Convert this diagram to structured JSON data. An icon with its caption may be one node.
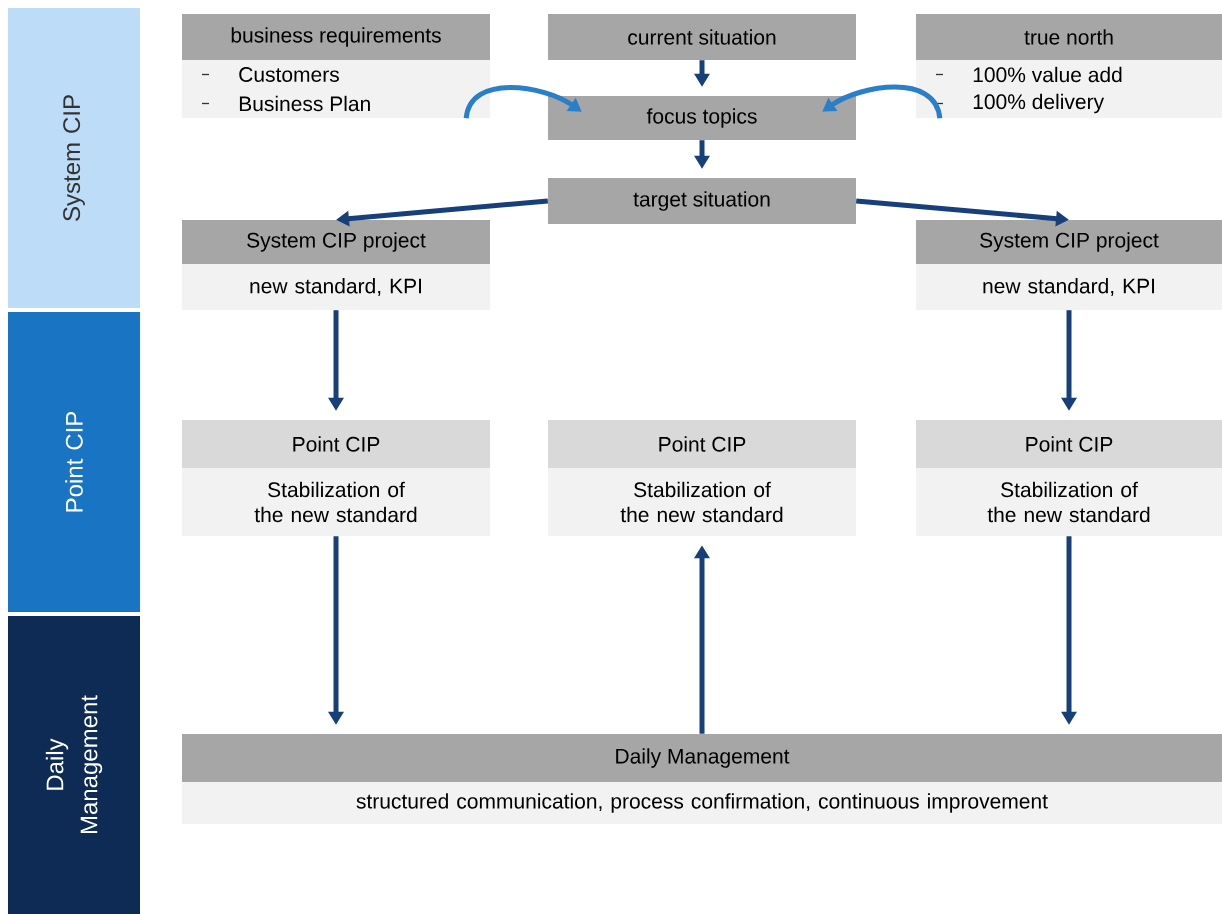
{
  "diagram": {
    "nodes": [
      {
        "text": [
          "System CIP"
        ]
      },
      {
        "text": [
          "Point CIP"
        ]
      },
      {
        "text": [
          "Daily Management"
        ]
      },
      {
        "text": [
          "business requirements",
          "Customers",
          "Business Plan"
        ]
      },
      {
        "text": [
          "current situation"
        ]
      },
      {
        "text": [
          "focus topics"
        ]
      },
      {
        "text": [
          "true north",
          "100% value add",
          "100% delivery"
        ]
      },
      {
        "text": [
          "target situation"
        ]
      },
      {
        "text": [
          "System CIP project",
          "new standard, KPI"
        ]
      },
      {
        "text": [
          "System CIP project",
          "new standard, KPI"
        ]
      },
      {
        "text": [
          "Point CIP",
          "Stabilization of the new standard"
        ]
      },
      {
        "text": [
          "Point CIP",
          "Stabilization of the new standard"
        ]
      },
      {
        "text": [
          "Point CIP",
          "Stabilization of the new standard"
        ]
      },
      {
        "text": [
          "Daily Management",
          "structured communication, process confirmation, continuous improvement"
        ]
      }
    ],
    "edges": [
      {
        "from": 4,
        "to": 5,
        "arrow": "to"
      },
      {
        "from": 3,
        "to": 5,
        "arrow": "to",
        "color": "#2a7fc9"
      },
      {
        "from": 6,
        "to": 5,
        "arrow": "to",
        "color": "#2a7fc9"
      },
      {
        "from": 5,
        "to": 7,
        "arrow": "to"
      },
      {
        "from": 7,
        "to": 8,
        "arrow": "to"
      },
      {
        "from": 7,
        "to": 9,
        "arrow": "to"
      },
      {
        "from": 8,
        "to": 10,
        "arrow": "to"
      },
      {
        "from": 9,
        "to": 12,
        "arrow": "to"
      },
      {
        "from": 10,
        "to": 13,
        "arrow": "to"
      },
      {
        "from": 12,
        "to": 13,
        "arrow": "to"
      },
      {
        "from": 13,
        "to": 11,
        "arrow": "to"
      }
    ]
  }
}
